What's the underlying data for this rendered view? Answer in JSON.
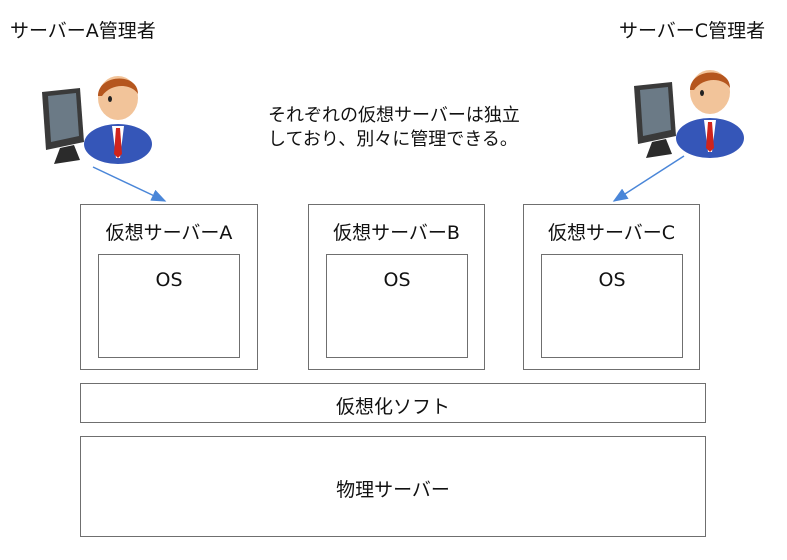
{
  "admins": {
    "a": {
      "label": "サーバーA管理者"
    },
    "c": {
      "label": "サーバーC管理者"
    }
  },
  "caption": {
    "line1": "それぞれの仮想サーバーは独立",
    "line2": "しており、別々に管理できる。"
  },
  "virtual_servers": [
    {
      "title": "仮想サーバーA",
      "os": "OS"
    },
    {
      "title": "仮想サーバーB",
      "os": "OS"
    },
    {
      "title": "仮想サーバーC",
      "os": "OS"
    }
  ],
  "layers": {
    "virtualization": "仮想化ソフト",
    "physical": "物理サーバー"
  },
  "colors": {
    "arrow": "#4a86d8",
    "border": "#6f6f6f",
    "suit": "#3556b8",
    "tie": "#d0241c",
    "hair": "#b5561e",
    "monitor": "#3a3a3a"
  },
  "icons": [
    "admin-computer-icon",
    "admin-computer-icon"
  ]
}
